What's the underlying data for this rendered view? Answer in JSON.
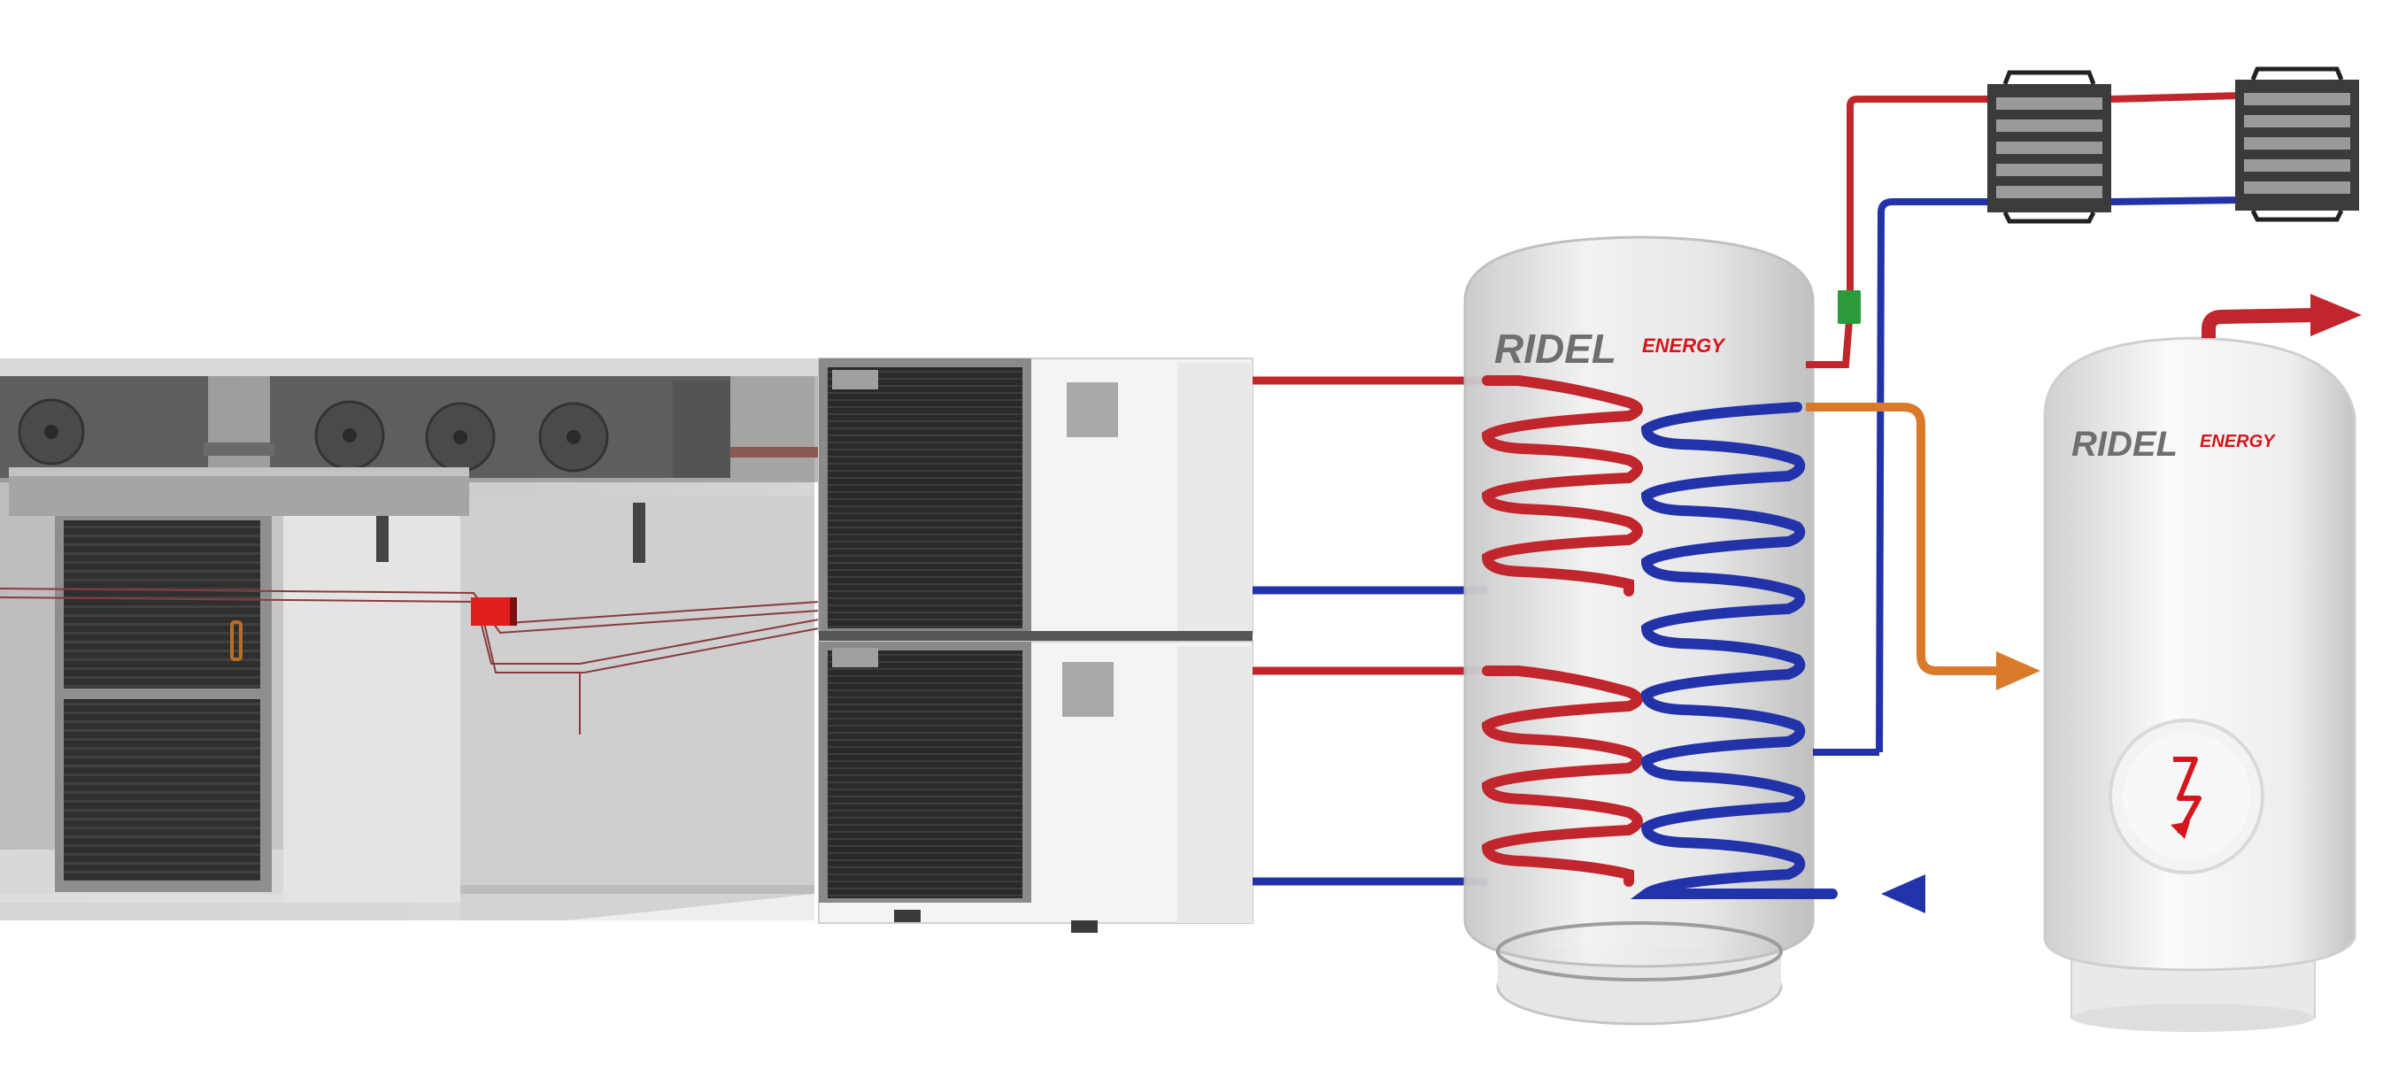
{
  "tank_main": {
    "brand_primary": "RIDEL",
    "brand_secondary": "ENERGY"
  },
  "tank_secondary": {
    "brand_primary": "RIDEL",
    "brand_secondary": "ENERGY",
    "heater_symbol": "electric-heater-icon"
  },
  "colors": {
    "hot_pipe": "#c0262b",
    "cold_pipe": "#2233aa",
    "transfer_pipe": "#d97a2a",
    "brand_red": "#d4161c",
    "tank_body": "#e8e8e8",
    "heat_pump_grille": "#2b2b2b",
    "control_box": "#e01e1e",
    "valve": "#2a9a3a"
  },
  "components": [
    "cold-room",
    "evaporator-units",
    "heat-pump-stack",
    "buffer-tank",
    "hot-water-tank",
    "radiator-units"
  ]
}
